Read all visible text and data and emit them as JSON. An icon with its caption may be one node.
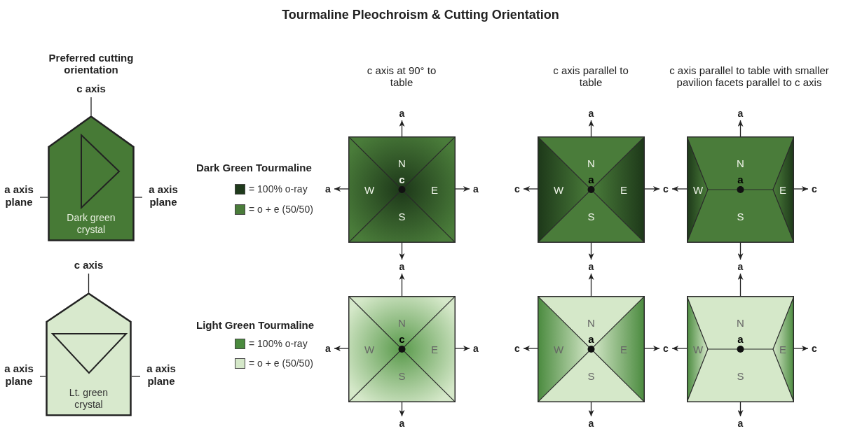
{
  "diagram": {
    "title": "Tourmaline Pleochroism & Cutting Orientation",
    "nodes": [
      {
        "text": [
          "c axis"
        ]
      },
      {
        "text": [
          "Dark green crystal"
        ]
      },
      {
        "text": [
          "a axis plane"
        ]
      },
      {
        "text": [
          "a axis plane"
        ]
      },
      {
        "text": [
          "a"
        ]
      },
      {
        "text": [
          "a"
        ]
      },
      {
        "text": [
          "a"
        ]
      },
      {
        "text": [
          "N",
          "W",
          "c",
          "E",
          "S"
        ]
      },
      {
        "text": [
          "N",
          "W",
          "a",
          "E",
          "S"
        ]
      },
      {
        "text": [
          "N",
          "W",
          "a",
          "E",
          "S"
        ]
      },
      {
        "text": [
          "a"
        ]
      },
      {
        "text": [
          "a"
        ]
      },
      {
        "text": [
          "c"
        ]
      },
      {
        "text": [
          "c"
        ]
      },
      {
        "text": [
          "c"
        ]
      },
      {
        "text": [
          "a"
        ]
      },
      {
        "text": [
          "a"
        ]
      },
      {
        "text": [
          "a"
        ]
      },
      {
        "text": [
          "c axis"
        ]
      },
      {
        "text": [
          "Lt. green crystal"
        ]
      },
      {
        "text": [
          "a axis plane"
        ]
      },
      {
        "text": [
          "a axis plane"
        ]
      },
      {
        "text": [
          "N",
          "W",
          "c",
          "E",
          "S"
        ]
      },
      {
        "text": [
          "N",
          "W",
          "a",
          "E",
          "S"
        ]
      },
      {
        "text": [
          "N",
          "W",
          "a",
          "E",
          "S"
        ]
      },
      {
        "text": [
          "a"
        ]
      },
      {
        "text": [
          "a"
        ]
      },
      {
        "text": [
          "c"
        ]
      },
      {
        "text": [
          "c"
        ]
      },
      {
        "text": [
          "c"
        ]
      },
      {
        "text": [
          "a"
        ]
      },
      {
        "text": [
          "a"
        ]
      },
      {
        "text": [
          "a"
        ]
      }
    ],
    "edges": [
      {
        "from": 1,
        "to": 0,
        "arrow": "none"
      },
      {
        "from": 1,
        "to": 2,
        "arrow": "none"
      },
      {
        "from": 1,
        "to": 3,
        "arrow": "none"
      },
      {
        "from": 19,
        "to": 18,
        "arrow": "none"
      },
      {
        "from": 19,
        "to": 20,
        "arrow": "none"
      },
      {
        "from": 19,
        "to": 21,
        "arrow": "none"
      },
      {
        "from": 7,
        "to": 4,
        "arrow": "to"
      },
      {
        "from": 7,
        "to": 10,
        "arrow": "to"
      },
      {
        "from": 7,
        "to": 11,
        "arrow": "to"
      },
      {
        "from": 7,
        "to": 15,
        "arrow": "to"
      },
      {
        "from": 8,
        "to": 5,
        "arrow": "to"
      },
      {
        "from": 8,
        "to": 12,
        "arrow": "to"
      },
      {
        "from": 8,
        "to": 13,
        "arrow": "to"
      },
      {
        "from": 8,
        "to": 16,
        "arrow": "to"
      },
      {
        "from": 9,
        "to": 6,
        "arrow": "to"
      },
      {
        "from": 9,
        "to": 13,
        "arrow": "to"
      },
      {
        "from": 9,
        "to": 14,
        "arrow": "to"
      },
      {
        "from": 9,
        "to": 17,
        "arrow": "to"
      },
      {
        "from": 22,
        "to": 15,
        "arrow": "to"
      },
      {
        "from": 22,
        "to": 25,
        "arrow": "to"
      },
      {
        "from": 22,
        "to": 26,
        "arrow": "to"
      },
      {
        "from": 22,
        "to": 30,
        "arrow": "to"
      },
      {
        "from": 23,
        "to": 16,
        "arrow": "to"
      },
      {
        "from": 23,
        "to": 27,
        "arrow": "to"
      },
      {
        "from": 23,
        "to": 28,
        "arrow": "to"
      },
      {
        "from": 23,
        "to": 31,
        "arrow": "to"
      },
      {
        "from": 24,
        "to": 17,
        "arrow": "to"
      },
      {
        "from": 24,
        "to": 28,
        "arrow": "to"
      },
      {
        "from": 24,
        "to": 29,
        "arrow": "to"
      },
      {
        "from": 24,
        "to": 32,
        "arrow": "to"
      }
    ],
    "labels": [
      "Preferred cutting orientation",
      "c axis at 90° to table",
      "c axis parallel to table",
      "c axis parallel to table with smaller pavilion facets parallel to c axis",
      "Dark Green Tourmaline",
      "Light Green Tourmaline"
    ],
    "legend": [
      {
        "text": "= 100% o-ray",
        "color": "#1f3a1c"
      },
      {
        "text": "= o + e (50/50)",
        "color": "#4a7c3a"
      },
      {
        "text": "= 100% o-ray",
        "color": "#4a8a3e"
      },
      {
        "text": "= o + e (50/50)",
        "color": "#d5e8c9"
      }
    ]
  }
}
